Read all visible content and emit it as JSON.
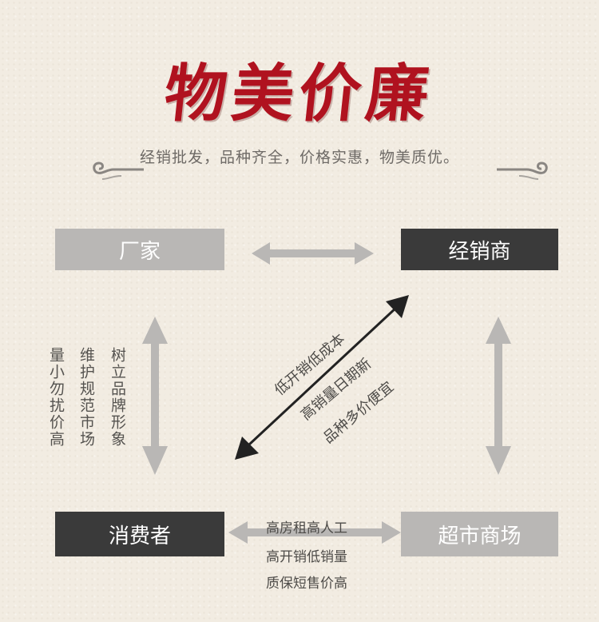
{
  "header": {
    "title": "物美价廉",
    "subtitle": "经销批发，品种齐全，价格实惠，物美质优。"
  },
  "nodes": {
    "manufacturer": "厂家",
    "distributor": "经销商",
    "consumer": "消费者",
    "supermarket": "超市商场"
  },
  "left_notes": [
    "量小勿扰价高",
    "维护规范市场",
    "树立品牌形象"
  ],
  "diagonal_notes": [
    "低开销低成本",
    "高销量日期新",
    "品种多价便宜"
  ],
  "bottom_notes": [
    "高房租高人工",
    "高开销低销量",
    "质保短售价高"
  ],
  "colors": {
    "title_red": "#b0121f",
    "box_gray": "#b9b7b5",
    "box_dark": "#3a3a3a",
    "arrow_gray": "#b9b7b5",
    "arrow_black": "#222222"
  }
}
